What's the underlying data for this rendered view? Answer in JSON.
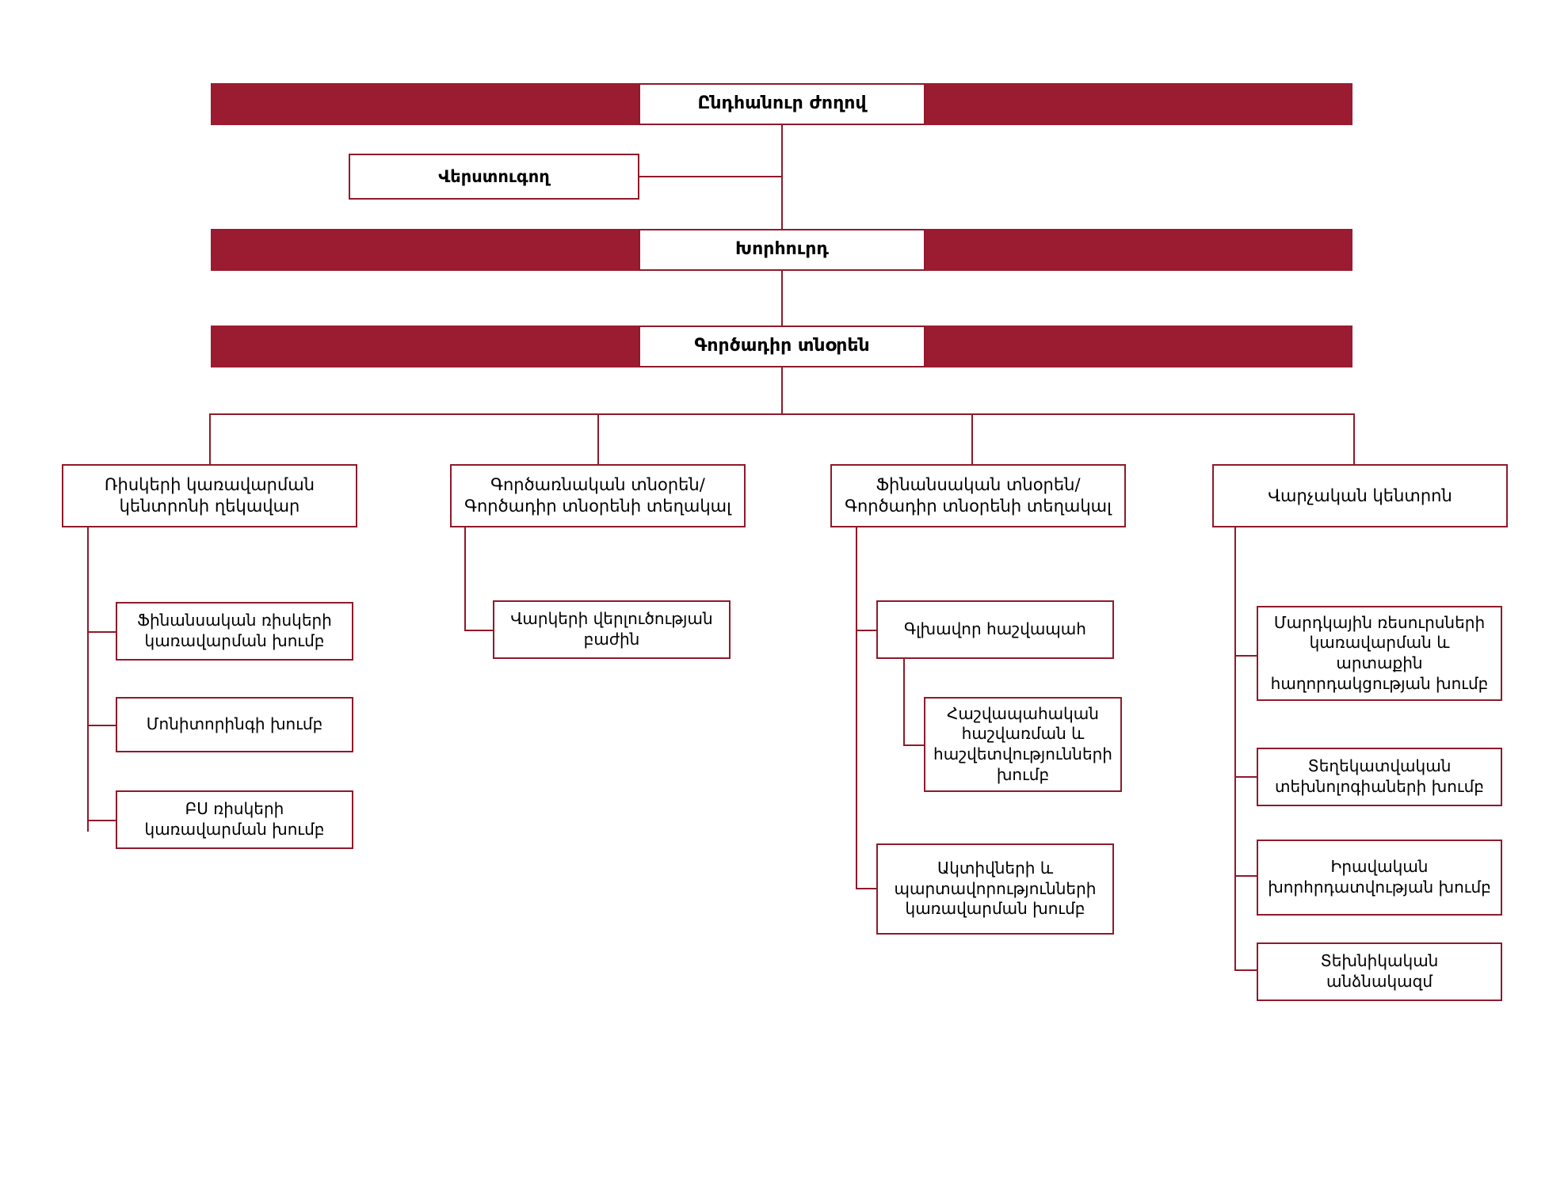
{
  "chart": {
    "type": "org-chart",
    "title": "",
    "palette": {
      "bar_fill": "#9B1B30",
      "box_border": "#8F1A2B",
      "box_fill": "#FFFFFF",
      "connector": "#8F1A2B",
      "text": "#000000",
      "background": "#FFFFFF"
    },
    "executive": [
      {
        "id": "general-assembly",
        "label": "Ընդհանուր ժողով",
        "banner": true
      },
      {
        "id": "council",
        "label": "Խորհուրդ",
        "banner": true
      },
      {
        "id": "executive-director",
        "label": "Գործադիր տնօրեն",
        "banner": true
      }
    ],
    "auditor": {
      "id": "auditor",
      "label": "Վերստուգող"
    },
    "departments": [
      {
        "id": "risk-management-center-head",
        "label": "Ռիսկերի կառավարման կենտրոնի ղեկավար",
        "children": [
          {
            "id": "financial-risk-management-group",
            "label": "Ֆինանսական ռիսկերի կառավարման խումբ"
          },
          {
            "id": "monitoring-group",
            "label": "Մոնիտորինգի խումբ"
          },
          {
            "id": "bs-risk-management-group",
            "label": "ԲՍ ռիսկերի կառավարման խումբ"
          }
        ]
      },
      {
        "id": "operations-director",
        "label": "Գործառնական տնօրեն/ Գործադիր տնօրենի տեղակալ",
        "children": [
          {
            "id": "loan-analysis-division",
            "label": "Վարկերի վերլուծության բաժին"
          }
        ]
      },
      {
        "id": "financial-director",
        "label": "Ֆինանսական տնօրեն/ Գործադիր տնօրենի տեղակալ",
        "children": [
          {
            "id": "chief-accountant",
            "label": "Գլխավոր հաշվապահ"
          },
          {
            "id": "accounting-and-reporting-group",
            "label": "Հաշվապահական հաշվառման և հաշվետվությունների խումբ"
          },
          {
            "id": "assets-and-liabilities-management-group",
            "label": "Ակտիվների և պարտավորությունների կառավարման խումբ"
          }
        ]
      },
      {
        "id": "administrative-center",
        "label": "Վարչական կենտրոն",
        "children": [
          {
            "id": "hr-and-external-communications-group",
            "label": "Մարդկային ռեսուրսների կառավարման և արտաքին հաղորդակցության խումբ"
          },
          {
            "id": "information-technology-group",
            "label": "Տեղեկատվական տեխնոլոգիաների խումբ"
          },
          {
            "id": "legal-consulting-group",
            "label": "Իրավական խորհրդատվության խումբ"
          },
          {
            "id": "technical-staff",
            "label": "Տեխնիկական անձնակազմ"
          }
        ]
      }
    ]
  }
}
